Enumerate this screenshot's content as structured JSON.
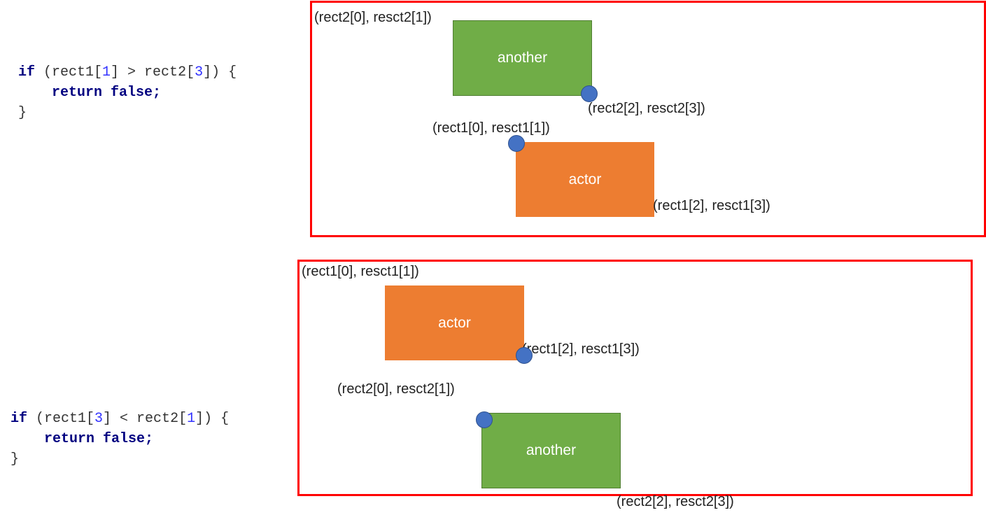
{
  "code_blocks": [
    {
      "cond_kw": "if",
      "cond_pre": " (rect1[",
      "cond_n1": "1",
      "cond_mid": "] > rect2[",
      "cond_n2": "3",
      "cond_post": "]) {",
      "ret_kw": "return false",
      "ret_post": ";",
      "close": "}"
    },
    {
      "cond_kw": "if",
      "cond_pre": " (rect1[",
      "cond_n1": "3",
      "cond_mid": "] < rect2[",
      "cond_n2": "1",
      "cond_post": "]) {",
      "ret_kw": "return false",
      "ret_post": ";",
      "close": "}"
    }
  ],
  "diagrams": [
    {
      "another_label": "another",
      "actor_label": "actor",
      "labels": {
        "rect2_tl": "(rect2[0], resct2[1])",
        "rect2_br": "(rect2[2], resct2[3])",
        "rect1_tl": "(rect1[0], resct1[1])",
        "rect1_br": "(rect1[2], resct1[3])"
      }
    },
    {
      "another_label": "another",
      "actor_label": "actor",
      "labels": {
        "rect1_tl": "(rect1[0], resct1[1])",
        "rect1_br": "(rect1[2], resct1[3])",
        "rect2_tl": "(rect2[0], resct2[1])",
        "rect2_br": "(rect2[2], resct2[3])"
      }
    }
  ],
  "colors": {
    "frame": "#ff0000",
    "another": "#70ad47",
    "actor": "#ed7d31",
    "point": "#4472c4",
    "keyword": "#000080",
    "number": "#3333ff"
  }
}
